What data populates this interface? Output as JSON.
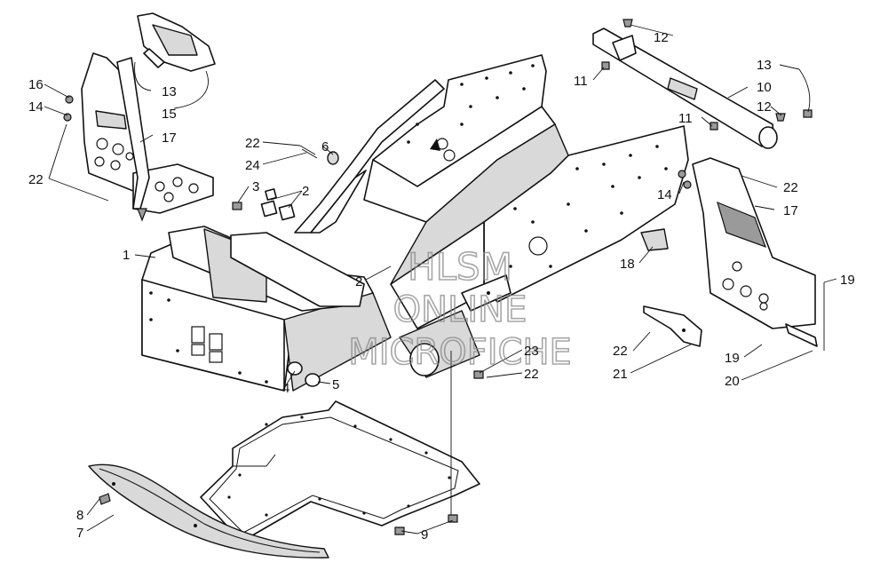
{
  "callouts": [
    {
      "id": "c1",
      "text": "1"
    },
    {
      "id": "c2a",
      "text": "2"
    },
    {
      "id": "c2b",
      "text": "2"
    },
    {
      "id": "c3",
      "text": "3"
    },
    {
      "id": "c4",
      "text": "4"
    },
    {
      "id": "c5",
      "text": "5"
    },
    {
      "id": "c6",
      "text": "6"
    },
    {
      "id": "c7",
      "text": "7"
    },
    {
      "id": "c8",
      "text": "8"
    },
    {
      "id": "c9",
      "text": "9"
    },
    {
      "id": "c10",
      "text": "10"
    },
    {
      "id": "c11a",
      "text": "11"
    },
    {
      "id": "c11b",
      "text": "11"
    },
    {
      "id": "c12a",
      "text": "12"
    },
    {
      "id": "c12b",
      "text": "12"
    },
    {
      "id": "c13a",
      "text": "13"
    },
    {
      "id": "c13b",
      "text": "13"
    },
    {
      "id": "c14a",
      "text": "14"
    },
    {
      "id": "c14b",
      "text": "14"
    },
    {
      "id": "c15",
      "text": "15"
    },
    {
      "id": "c16",
      "text": "16"
    },
    {
      "id": "c17a",
      "text": "17"
    },
    {
      "id": "c17b",
      "text": "17"
    },
    {
      "id": "c18",
      "text": "18"
    },
    {
      "id": "c19a",
      "text": "19"
    },
    {
      "id": "c19b",
      "text": "19"
    },
    {
      "id": "c20",
      "text": "20"
    },
    {
      "id": "c21",
      "text": "21"
    },
    {
      "id": "c22a",
      "text": "22"
    },
    {
      "id": "c22b",
      "text": "22"
    },
    {
      "id": "c22c",
      "text": "22"
    },
    {
      "id": "c22d",
      "text": "22"
    },
    {
      "id": "c22e",
      "text": "22"
    },
    {
      "id": "c23",
      "text": "23"
    },
    {
      "id": "c24",
      "text": "24"
    }
  ],
  "watermark": {
    "line1": "HLSM",
    "line2": "ONLINE",
    "line3": "MICROFICHE"
  }
}
